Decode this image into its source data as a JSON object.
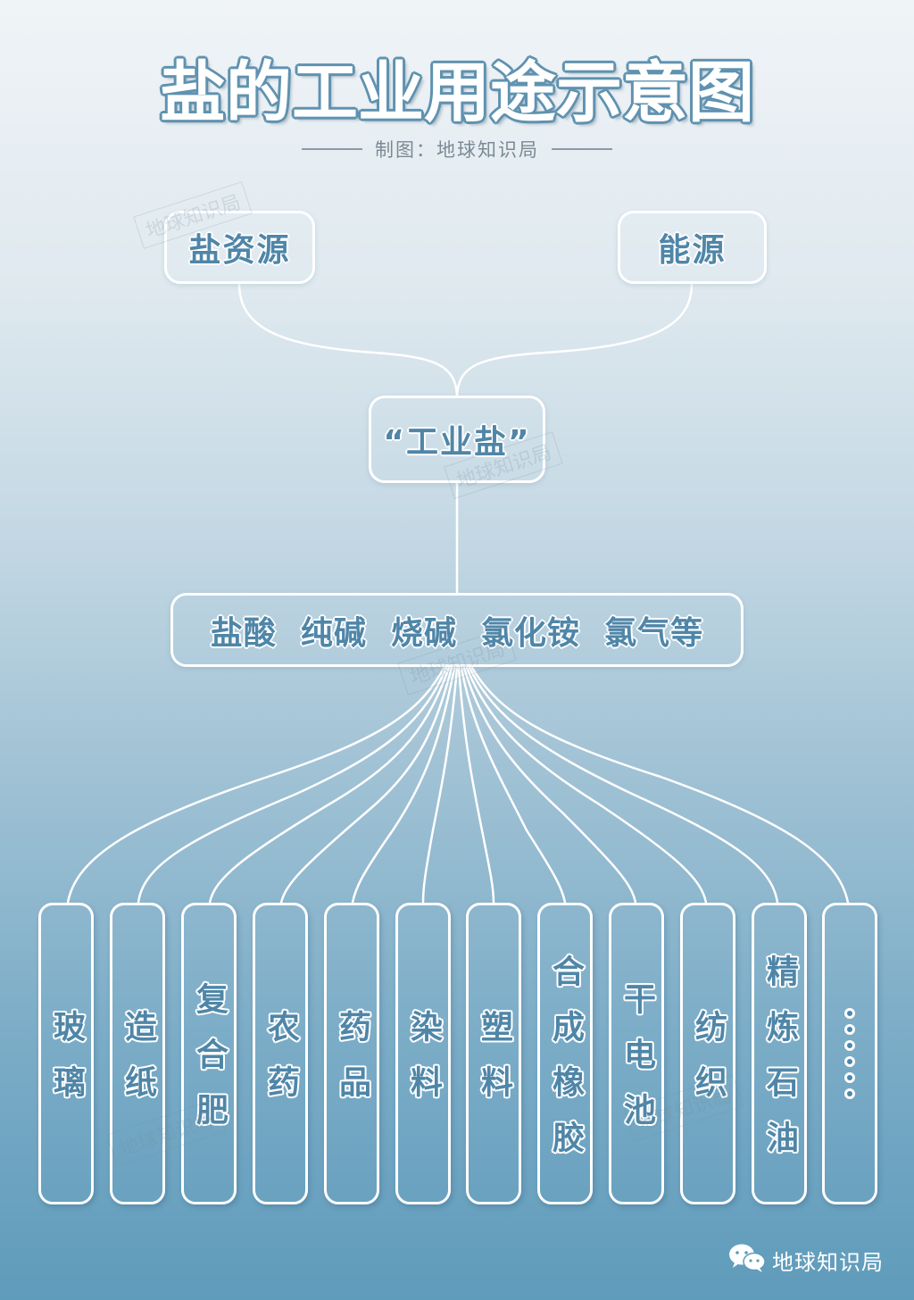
{
  "header": {
    "title": "盐的工业用途示意图",
    "credit": "制图：地球知识局"
  },
  "sources": [
    {
      "label": "盐资源"
    },
    {
      "label": "能源"
    }
  ],
  "hub": {
    "label": "“工业盐”"
  },
  "chemicals": {
    "label": "盐酸  纯碱  烧碱  氯化铵  氯气等"
  },
  "applications": [
    {
      "label": "玻璃"
    },
    {
      "label": "造纸"
    },
    {
      "label": "复合肥"
    },
    {
      "label": "农药"
    },
    {
      "label": "药品"
    },
    {
      "label": "染料"
    },
    {
      "label": "塑料"
    },
    {
      "label": "合成橡胶"
    },
    {
      "label": "干电池"
    },
    {
      "label": "纺织"
    },
    {
      "label": "精炼石油"
    },
    {
      "label": "……",
      "icon": "ellipsis-dots"
    }
  ],
  "watermark": "地球知识局",
  "footer": {
    "brand_icon": "wechat-icon",
    "brand_name": "地球知识局"
  },
  "colors": {
    "accent_text": "#4f86a8",
    "title_outline": "#5f92b0",
    "line": "#ffffff",
    "bg_top": "#f0f4f7",
    "bg_bottom": "#5f9bbb"
  }
}
